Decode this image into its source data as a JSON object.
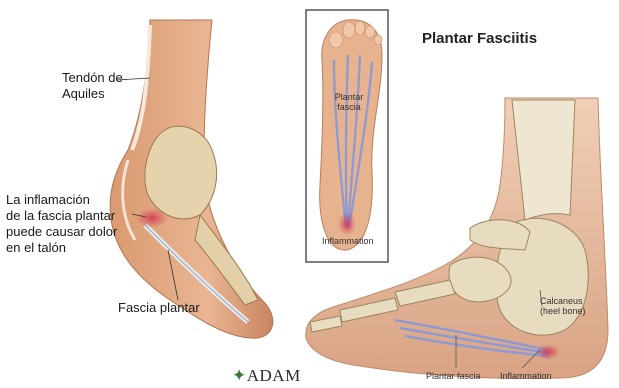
{
  "left_panel": {
    "labels": {
      "achilles": [
        "Tendón de",
        "Aquiles"
      ],
      "inflammation": [
        "La inflamación",
        "de la fascia plantar",
        "puede causar dolor",
        "en el talón"
      ],
      "fascia": "Fascia plantar"
    },
    "logo_text": "ADAM"
  },
  "inset_panel": {
    "labels": {
      "plantar_fascia": [
        "Plantar",
        "fascia"
      ],
      "inflammation": "Inflammation"
    }
  },
  "right_panel": {
    "title": "Plantar Fasciitis",
    "labels": {
      "calcaneus": [
        "Calcaneus",
        "(heel bone)"
      ],
      "plantar_fascia": "Plantar fascia",
      "inflammation": "Inflammation"
    }
  },
  "colors": {
    "skin": "#e7b28e",
    "skin_dark": "#c98d68",
    "bone": "#e8dcc0",
    "fascia": "#8a9ad6",
    "inflammation": "#d23a55"
  }
}
